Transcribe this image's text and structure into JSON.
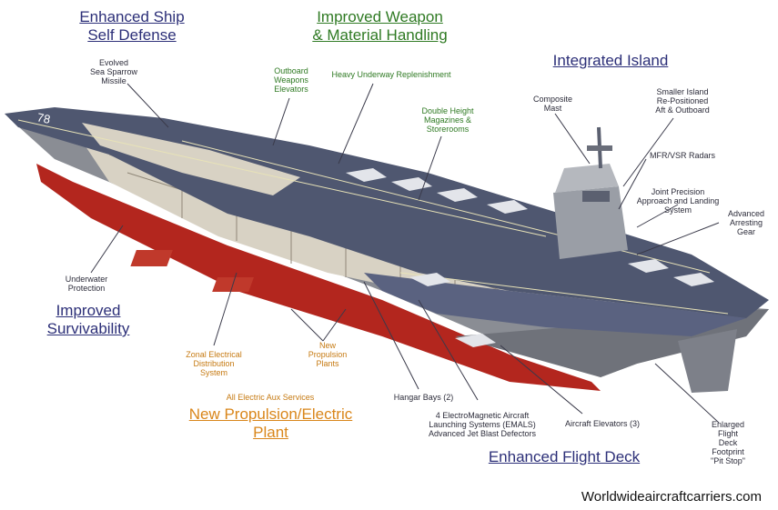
{
  "headings": {
    "self_defense": [
      "Enhanced Ship",
      "Self Defense"
    ],
    "weapon_handling": [
      "Improved Weapon",
      "& Material Handling"
    ],
    "integrated_island": [
      "Integrated Island"
    ],
    "survivability": [
      "Improved",
      "Survivability"
    ],
    "propulsion": [
      "New Propulsion/Electric",
      "Plant"
    ],
    "flight_deck": [
      "Enhanced Flight Deck"
    ]
  },
  "labels": {
    "sea_sparrow": [
      "Evolved",
      "Sea Sparrow",
      "Missile"
    ],
    "outboard_elevators": [
      "Outboard",
      "Weapons",
      "Elevators"
    ],
    "heavy_replenishment": [
      "Heavy Underway Replenishment"
    ],
    "magazines": [
      "Double Height",
      "Magazines &",
      "Storerooms"
    ],
    "composite_mast": [
      "Composite",
      "Mast"
    ],
    "smaller_island": [
      "Smaller Island",
      "Re-Positioned",
      "Aft & Outboard"
    ],
    "radars": [
      "MFR/VSR Radars"
    ],
    "landing_system": [
      "Joint Precision",
      "Approach and Landing",
      "System"
    ],
    "arresting_gear": [
      "Advanced",
      "Arresting",
      "Gear"
    ],
    "underwater_protection": [
      "Underwater",
      "Protection"
    ],
    "zonal_distribution": [
      "Zonal Electrical",
      "Distribution",
      "System"
    ],
    "propulsion_plants": [
      "New",
      "Propulsion",
      "Plants"
    ],
    "aux_services": [
      "All Electric Aux Services"
    ],
    "hangar_bays": [
      "Hangar Bays (2)"
    ],
    "emals": [
      "4 ElectroMagnetic Aircraft",
      "Launching Systems (EMALS)",
      "Advanced Jet Blast Defectors"
    ],
    "aircraft_elevators": [
      "Aircraft Elevators (3)"
    ],
    "pit_stop": [
      "Enlarged",
      "Flight",
      "Deck",
      "Footprint",
      "\"Pit Stop\""
    ]
  },
  "hull_number": "78",
  "credit": "Worldwideaircraftcarriers.com",
  "colors": {
    "deck": "#4f5770",
    "hull_grey": "#8a8d94",
    "hull_red": "#b3261e",
    "interior": "#d8d2c4",
    "heading_blue": "#2c2f78",
    "heading_green": "#2f7a23",
    "heading_orange": "#d9861a"
  }
}
